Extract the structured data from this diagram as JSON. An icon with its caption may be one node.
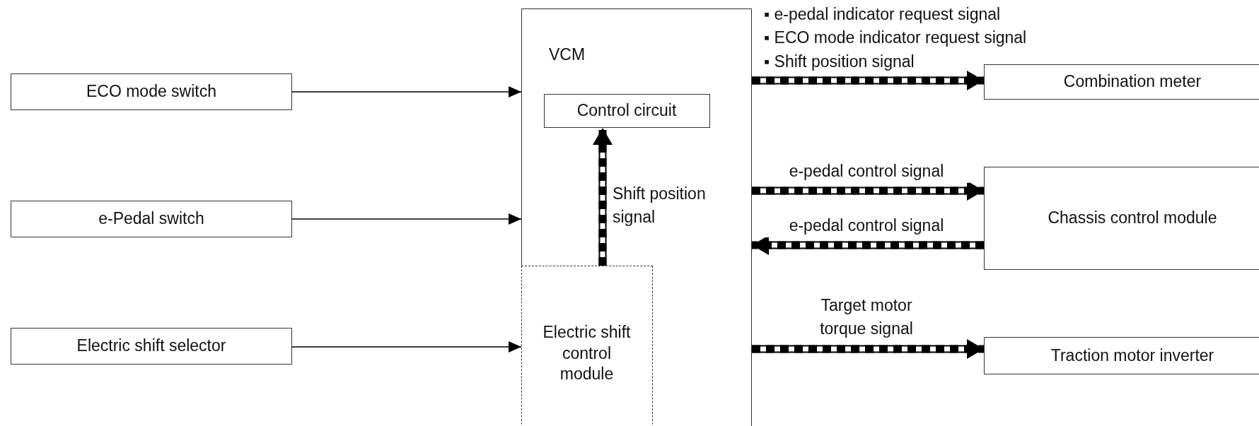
{
  "diagram": {
    "nodes": [
      {
        "text": [
          "ECO mode switch"
        ]
      },
      {
        "text": [
          "e-Pedal switch"
        ]
      },
      {
        "text": [
          "Electric shift selector"
        ]
      },
      {
        "text": [
          "VCM"
        ]
      },
      {
        "text": [
          "Control circuit"
        ],
        "in": 3
      },
      {
        "text": [
          "Electric shift control module"
        ],
        "in": 3
      },
      {
        "text": [
          "Combination meter"
        ]
      },
      {
        "text": [
          "Chassis control module"
        ]
      },
      {
        "text": [
          "Traction motor inverter"
        ]
      }
    ],
    "edges": [
      {
        "from": 0,
        "to": 3,
        "arrow": "to"
      },
      {
        "from": 1,
        "to": 3,
        "arrow": "to"
      },
      {
        "from": 2,
        "to": 5,
        "arrow": "to"
      },
      {
        "from": 5,
        "to": 4,
        "arrow": "to",
        "label": "Shift position signal",
        "style": "dashed"
      },
      {
        "from": 3,
        "to": 6,
        "arrow": "to",
        "style": "dashed"
      },
      {
        "from": 3,
        "to": 7,
        "arrow": "to",
        "label": "e-pedal control signal",
        "style": "dashed"
      },
      {
        "from": 7,
        "to": 3,
        "arrow": "to",
        "label": "e-pedal control signal",
        "style": "dashed"
      },
      {
        "from": 3,
        "to": 8,
        "arrow": "to",
        "label": "Target motor torque signal",
        "style": "dashed"
      }
    ],
    "labels": [
      "▪ e-pedal indicator request signal",
      "▪ ECO mode indicator request signal",
      "▪ Shift position signal"
    ]
  }
}
